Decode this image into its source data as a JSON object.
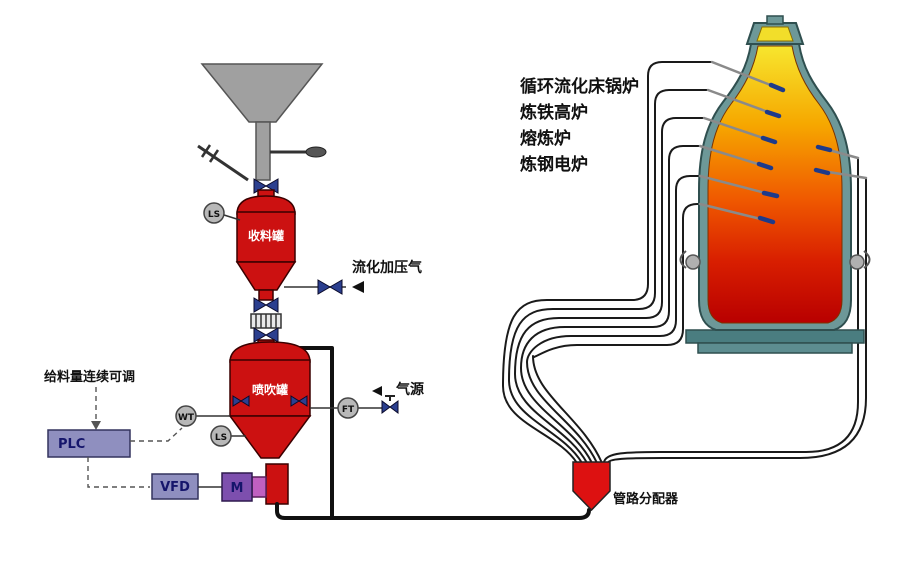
{
  "diagram": {
    "feed_note": "给料量连续可调",
    "plc_label": "PLC",
    "vfd_label": "VFD",
    "motor_label": "M",
    "receiving_tank_label": "收料罐",
    "injection_tank_label": "喷吹罐",
    "fluidizing_gas_label": "流化加压气",
    "gas_source_label": "气源",
    "distributor_label": "管路分配器",
    "sensors": {
      "ls_top": "LS",
      "wt": "WT",
      "ls_bottom": "LS",
      "ft": "FT"
    },
    "applications": [
      "循环流化床锅炉",
      "炼铁高炉",
      "熔炼炉",
      "炼钢电炉"
    ],
    "colors": {
      "vessel_red": "#cc1111",
      "valve_blue": "#2b3f8f",
      "control_box": "#8f8fbf",
      "motor_purple": "#7d4fae",
      "coupling_magenta": "#c060c0",
      "furnace_shell_teal": "#6d9898",
      "heat_yellow": "#f7e62e",
      "heat_red": "#b80000",
      "pipe_black": "#1a1a1a"
    }
  }
}
